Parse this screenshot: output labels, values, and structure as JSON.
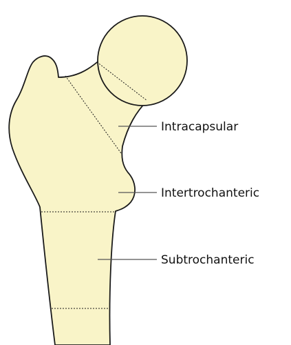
{
  "labels": {
    "intracapsular": "Intracapsular",
    "intertrochanteric": "Intertrochanteric",
    "subtrochanteric": "Subtrochanteric"
  },
  "colors": {
    "bone_fill": "#f9f4c8",
    "bone_outline": "#1a1a1a",
    "leader_line": "#555555",
    "fracture_line": "#1a1a1a"
  }
}
